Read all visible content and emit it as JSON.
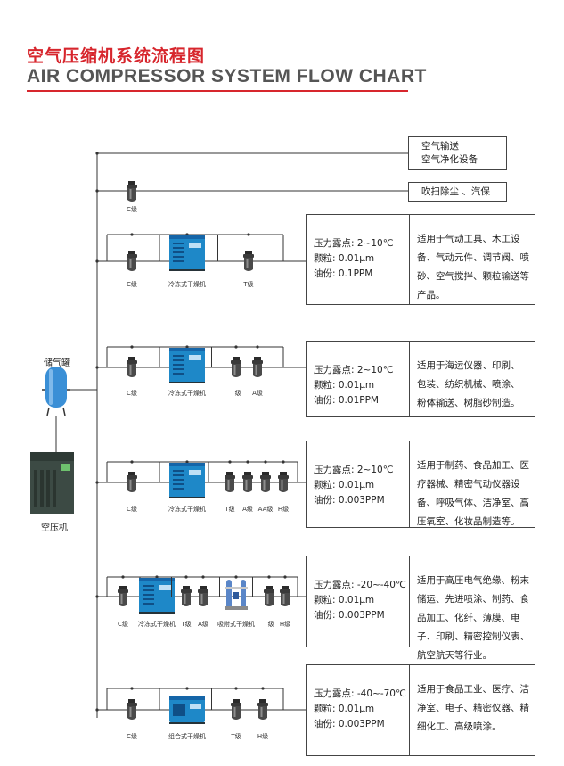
{
  "title_cn": "空气压缩机系统流程图",
  "title_en": "AIR COMPRESSOR SYSTEM FLOW CHART",
  "sources": {
    "tank": "储气罐",
    "compressor": "空压机"
  },
  "top_outputs": [
    {
      "lines": [
        "空气输送",
        "空气净化设备"
      ]
    },
    {
      "lines": [
        "吹扫除尘 、汽保"
      ],
      "filter_label": "C级"
    }
  ],
  "rows": [
    {
      "labels": [
        "C级",
        "冷冻式干燥机",
        "T级"
      ],
      "spec": [
        "压力露点: 2~10℃",
        "颗粒: 0.01μm",
        "油份: 0.1PPM"
      ],
      "app": [
        "适用于气动工具、木工设",
        "备、气动元件、调节阀、喷",
        "砂、空气搅拌、颗粒输送等",
        "产品。"
      ]
    },
    {
      "labels": [
        "C级",
        "冷冻式干燥机",
        "T级",
        "A级"
      ],
      "spec": [
        "压力露点: 2~10℃",
        "颗粒: 0.01μm",
        "油份: 0.01PPM"
      ],
      "app": [
        "适用于海运仪器、印刷、",
        "包装、纺织机械、喷涂、",
        "粉体输送、树脂砂制造。"
      ]
    },
    {
      "labels": [
        "C级",
        "冷冻式干燥机",
        "T级",
        "A级",
        "AA级",
        "H级"
      ],
      "spec": [
        "压力露点: 2~10℃",
        "颗粒: 0.01μm",
        "油份: 0.003PPM"
      ],
      "app": [
        "适用于制药、食品加工、医",
        "疗器械、精密气动仪器设",
        "备、呼吸气体、洁净室、高",
        "压氧室、化妆品制造等。"
      ]
    },
    {
      "labels": [
        "C级",
        "冷冻式干燥机",
        "T级",
        "A级",
        "吸附式干燥机",
        "T级",
        "H级"
      ],
      "spec": [
        "压力露点: -20~-40℃",
        "颗粒: 0.01μm",
        "油份: 0.003PPM"
      ],
      "app": [
        "适用于高压电气绝缘、粉末",
        "储运、先进喷涂、制药、食",
        "品加工、化纤、薄膜、电",
        "子、印刷、精密控制仪表、",
        "航空航天等行业。"
      ]
    },
    {
      "labels": [
        "C级",
        "组合式干燥机",
        "T级",
        "H级"
      ],
      "spec": [
        "压力露点: -40~-70℃",
        "颗粒: 0.01μm",
        "油份: 0.003PPM"
      ],
      "app": [
        "适用于食品工业、医疗、洁",
        "净室、电子、精密仪器、精",
        "细化工、高级喷涂。"
      ]
    }
  ],
  "colors": {
    "accent": "#d7262d",
    "dryer": "#1e88c8",
    "tank": "#3a8fd6",
    "compressor": "#3c4a44"
  }
}
